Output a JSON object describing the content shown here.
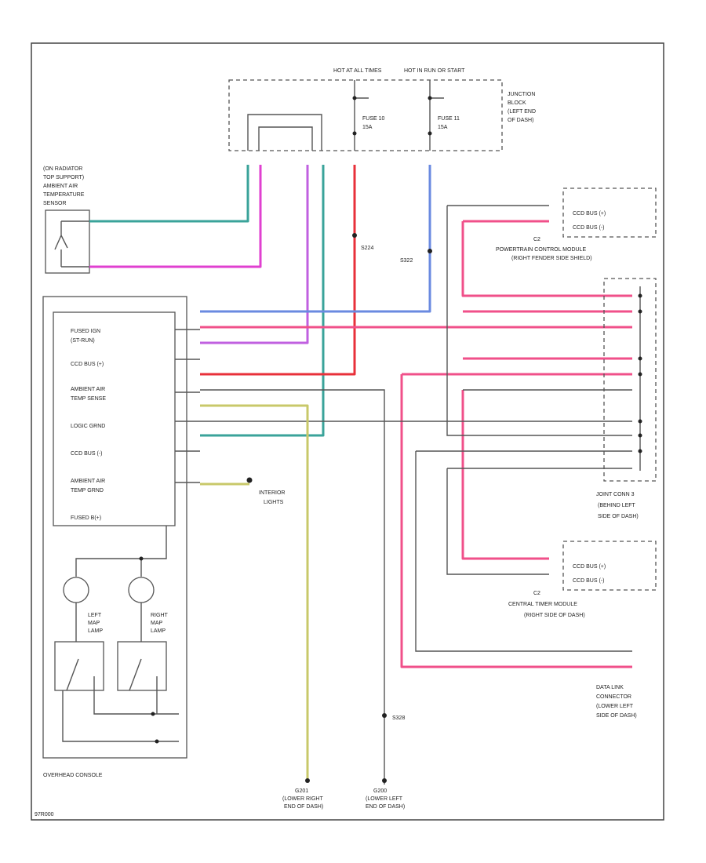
{
  "labels": {
    "hot_at_all_times": "HOT AT ALL TIMES",
    "hot_in_run": "HOT IN RUN OR START",
    "fuse10": "FUSE 10",
    "fuse10_amp": "15A",
    "fuse11": "FUSE 11",
    "fuse11_amp": "15A",
    "junction_block": [
      "JUNCTION",
      "BLOCK",
      "(LEFT END",
      "OF DASH)"
    ],
    "ambient_sensor": [
      "(ON RADIATOR",
      "TOP SUPPORT)",
      "AMBIENT AIR",
      "TEMPERATURE",
      "SENSOR"
    ],
    "pcm_bus_plus": "CCD BUS (+)",
    "pcm_bus_minus": "CCD BUS (-)",
    "pcm_name": [
      "C2",
      "POWERTRAIN CONTROL MODULE",
      "(RIGHT FENDER SIDE SHIELD)"
    ],
    "jc": [
      "JOINT CONN 3",
      "(BEHIND LEFT",
      "SIDE OF DASH)"
    ],
    "ctm_bus_plus": "CCD BUS (+)",
    "ctm_bus_minus": "CCD BUS (-)",
    "ctm_name": [
      "C2",
      "CENTRAL TIMER MODULE",
      "(RIGHT SIDE OF DASH)"
    ],
    "dlc": [
      "DATA LINK",
      "CONNECTOR",
      "(LOWER LEFT",
      "SIDE OF DASH)"
    ],
    "oc_pins": [
      "FUSED IGN",
      "(ST-RUN)",
      "CCD BUS (+)",
      "AMBIENT AIR",
      "TEMP SENSE",
      "LOGIC GRND",
      "CCD BUS (-)",
      "AMBIENT AIR",
      "TEMP GRND",
      "FUSED B(+)"
    ],
    "left_lamp": [
      "LEFT",
      "MAP",
      "LAMP"
    ],
    "right_lamp": [
      "RIGHT",
      "MAP",
      "LAMP"
    ],
    "overhead": "OVERHEAD CONSOLE",
    "interior": [
      "INTERIOR",
      "LIGHTS"
    ],
    "g201": [
      "G201",
      "(LOWER RIGHT",
      "END OF DASH)"
    ],
    "g200": [
      "G200",
      "(LOWER LEFT",
      "END OF DASH)"
    ],
    "s224": "S224",
    "s322": "S322",
    "s328": "S328",
    "footer": "97R000"
  },
  "colors": {
    "teal": "#3aa39a",
    "magenta": "#e040d0",
    "violet": "#c060e0",
    "pink": "#f0508a",
    "red": "#e8303a",
    "blue": "#6a8ae0",
    "yellow": "#c8c86a",
    "gray": "#7a7a7a"
  }
}
